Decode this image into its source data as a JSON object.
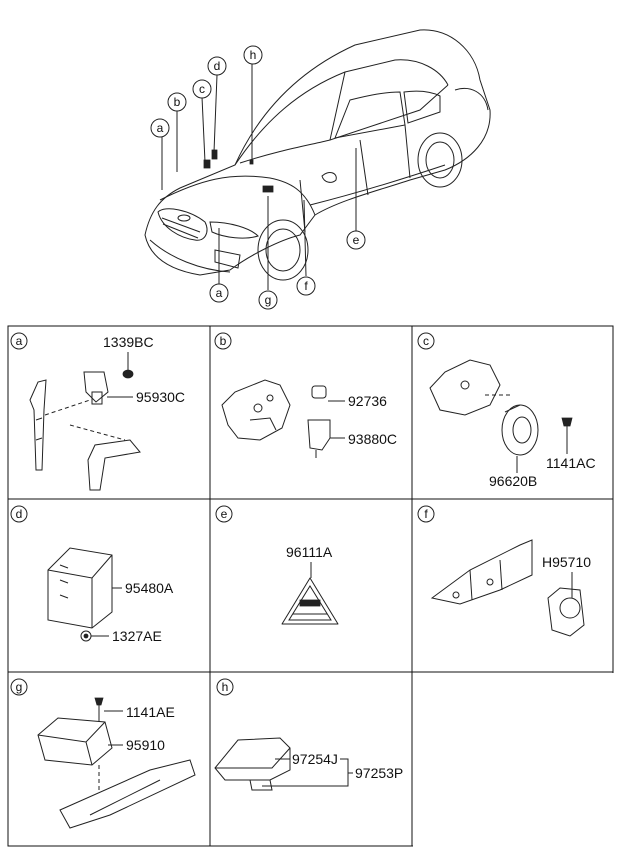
{
  "overview": {
    "callouts": [
      "a",
      "b",
      "c",
      "d",
      "h",
      "e",
      "a",
      "g",
      "f"
    ]
  },
  "panels": {
    "a": {
      "letter": "a",
      "parts": [
        "1339BC",
        "95930C"
      ]
    },
    "b": {
      "letter": "b",
      "parts": [
        "92736",
        "93880C"
      ]
    },
    "c": {
      "letter": "c",
      "parts": [
        "96620B",
        "1141AC"
      ]
    },
    "d": {
      "letter": "d",
      "parts": [
        "95480A",
        "1327AE"
      ]
    },
    "e": {
      "letter": "e",
      "parts": [
        "96111A"
      ]
    },
    "f": {
      "letter": "f",
      "parts": [
        "H95710"
      ]
    },
    "g": {
      "letter": "g",
      "parts": [
        "1141AE",
        "95910"
      ]
    },
    "h": {
      "letter": "h",
      "parts": [
        "97254J",
        "97253P"
      ]
    }
  }
}
